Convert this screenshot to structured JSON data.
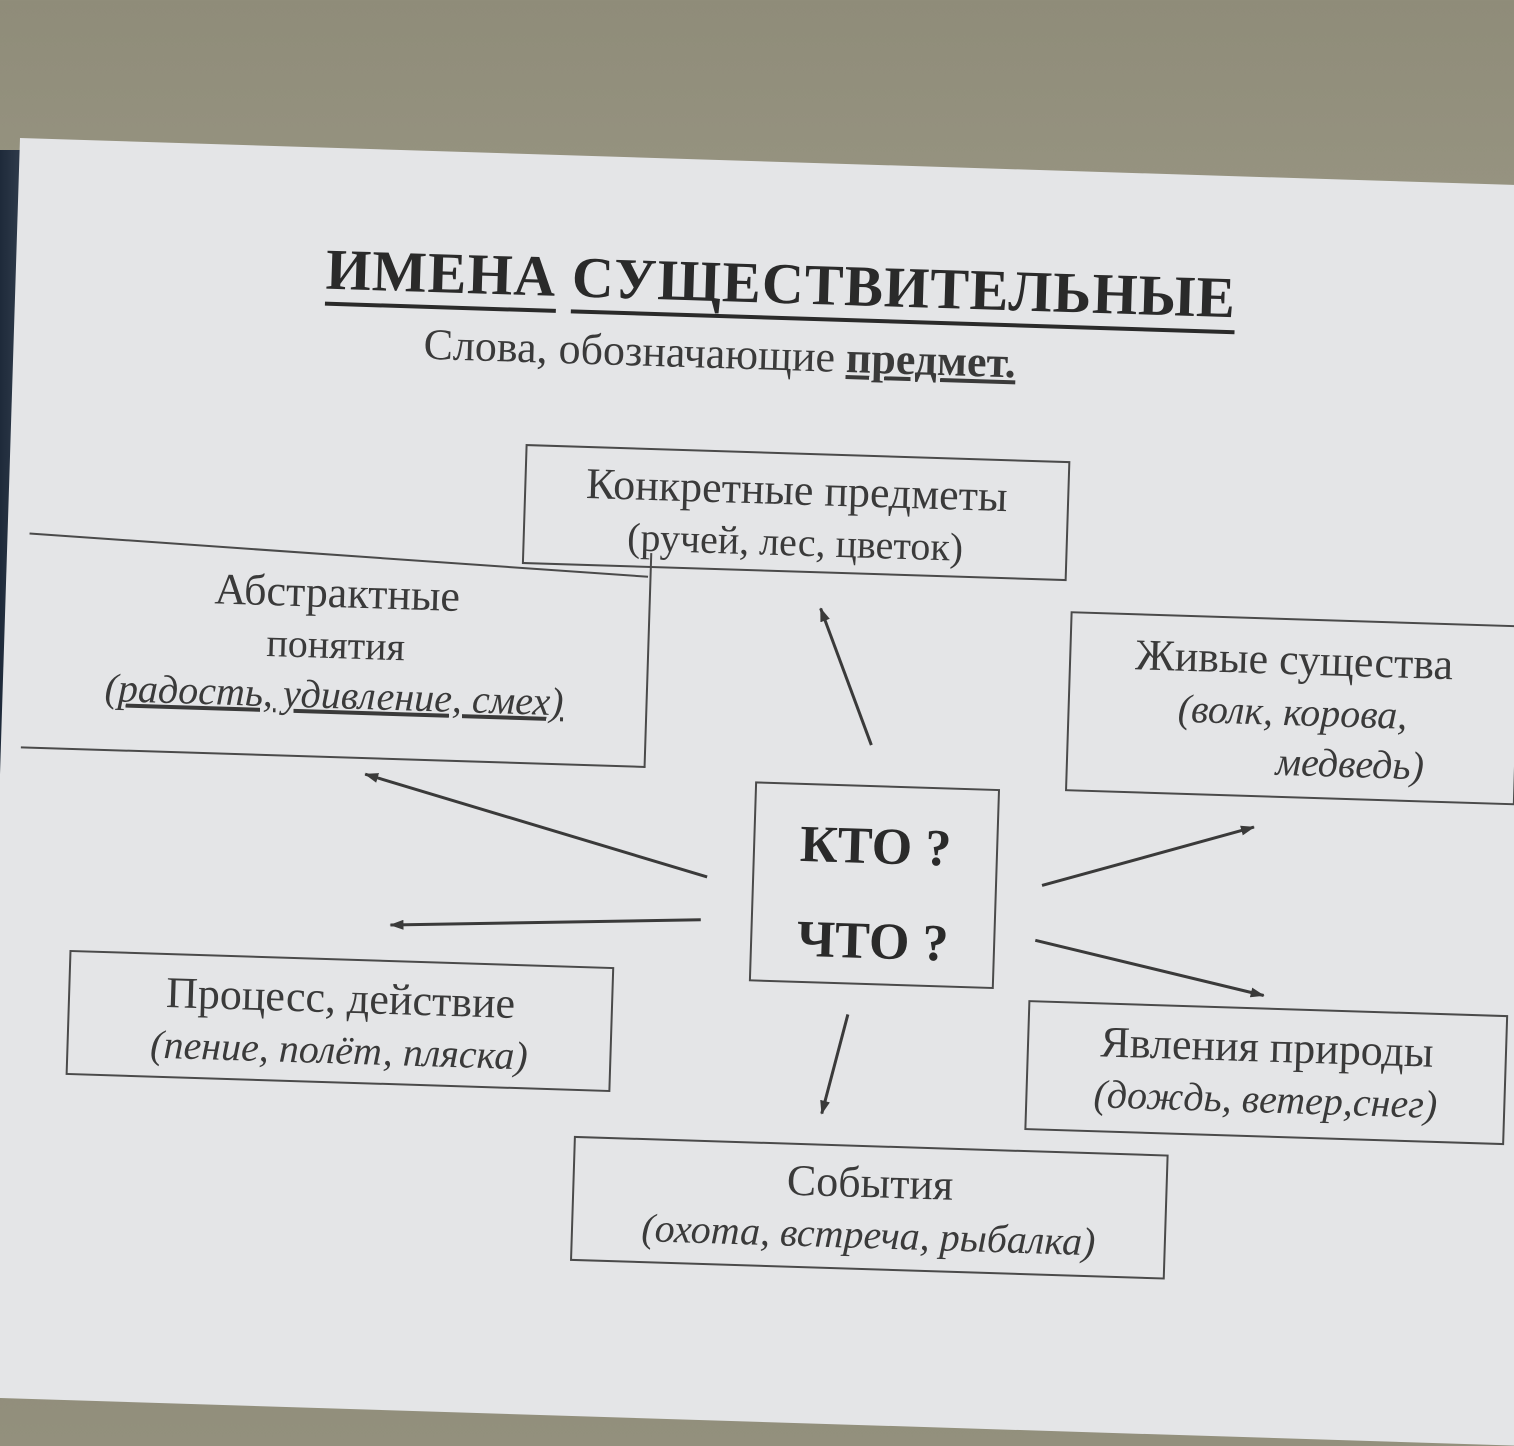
{
  "title": {
    "word1": "ИМЕНА",
    "word2": "СУЩЕСТВИТЕЛЬНЫЕ"
  },
  "subtitle": {
    "prefix": "Слова, обозначающие ",
    "emphasis": "предмет."
  },
  "center": {
    "q1": "КТО ?",
    "q2": "ЧТО ?"
  },
  "categories": {
    "concrete": {
      "label": "Конкретные предметы",
      "examples": "(ручей, лес, цветок)"
    },
    "abstract": {
      "label_line1": "Абстрактные",
      "label_line2": "понятия",
      "examples": "(радость, удивление, смех)"
    },
    "living": {
      "label": "Живые существа",
      "examples_line1": "(волк, корова,",
      "examples_line2": "медведь)"
    },
    "process": {
      "label": "Процесс, действие",
      "examples": "(пение, полёт, пляска)"
    },
    "nature": {
      "label": "Явления природы",
      "examples": "(дождь, ветер,снег)"
    },
    "events": {
      "label": "События",
      "examples": "(охота, встреча, рыбалка)"
    }
  },
  "colors": {
    "paper": "#e4e5e7",
    "ink": "#3a3a3a",
    "background": "#9c9986",
    "binder": "#2a3646"
  }
}
